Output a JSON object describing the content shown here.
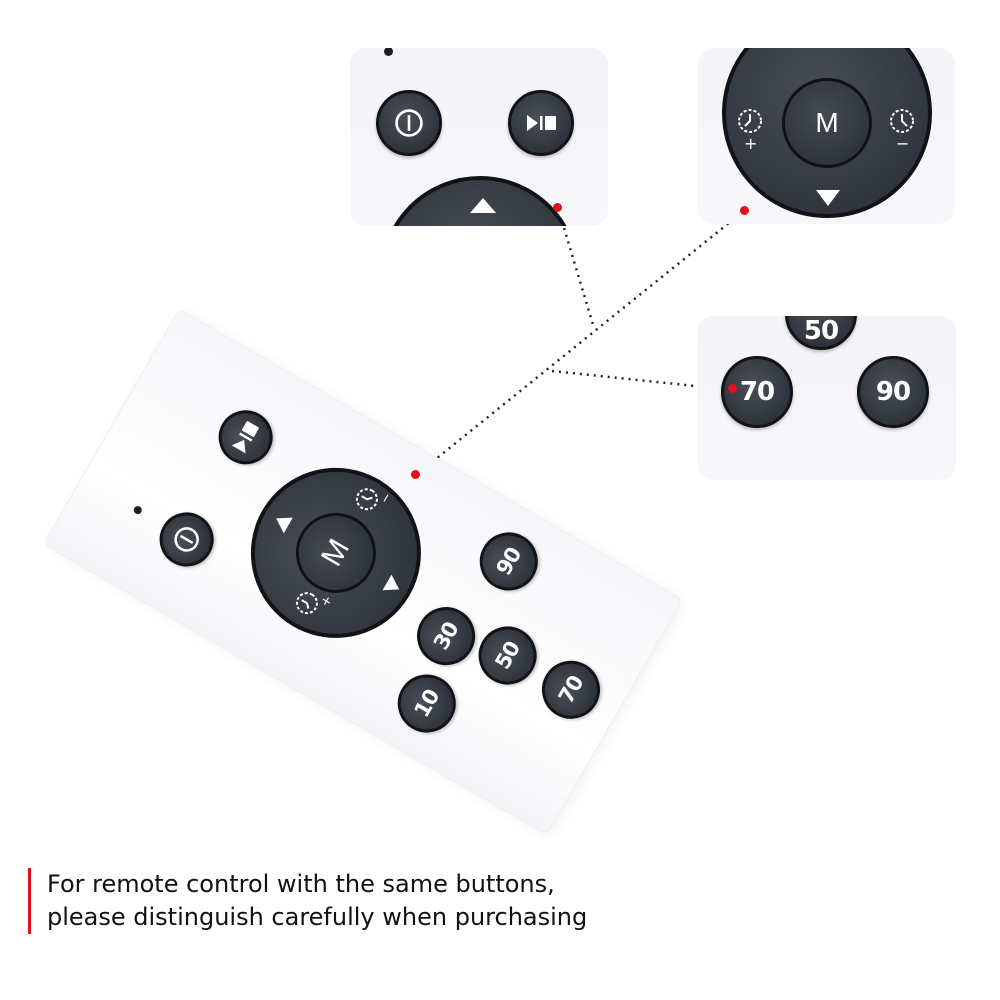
{
  "caption": {
    "line1": "For remote control with the same buttons,",
    "line2": "please distinguish carefully when purchasing"
  },
  "remote": {
    "menu_key": "M",
    "number_keys": [
      "10",
      "30",
      "50",
      "70",
      "90"
    ],
    "icons": [
      "power-icon",
      "play-stop-icon",
      "timer-plus-icon",
      "timer-minus-icon",
      "triangle-up-icon",
      "triangle-down-icon"
    ]
  },
  "zoom_top_left": {
    "icons": [
      "power-icon",
      "play-stop-icon",
      "triangle-up-icon"
    ]
  },
  "zoom_top_right": {
    "menu_key": "M",
    "timer_plus_sign": "+",
    "timer_minus_sign": "−"
  },
  "zoom_right": {
    "key_50": "50",
    "key_70": "70",
    "key_90": "90"
  },
  "colors": {
    "button": "#2f343c",
    "highlight": "#e0101c",
    "body": "#f6f6fa"
  }
}
